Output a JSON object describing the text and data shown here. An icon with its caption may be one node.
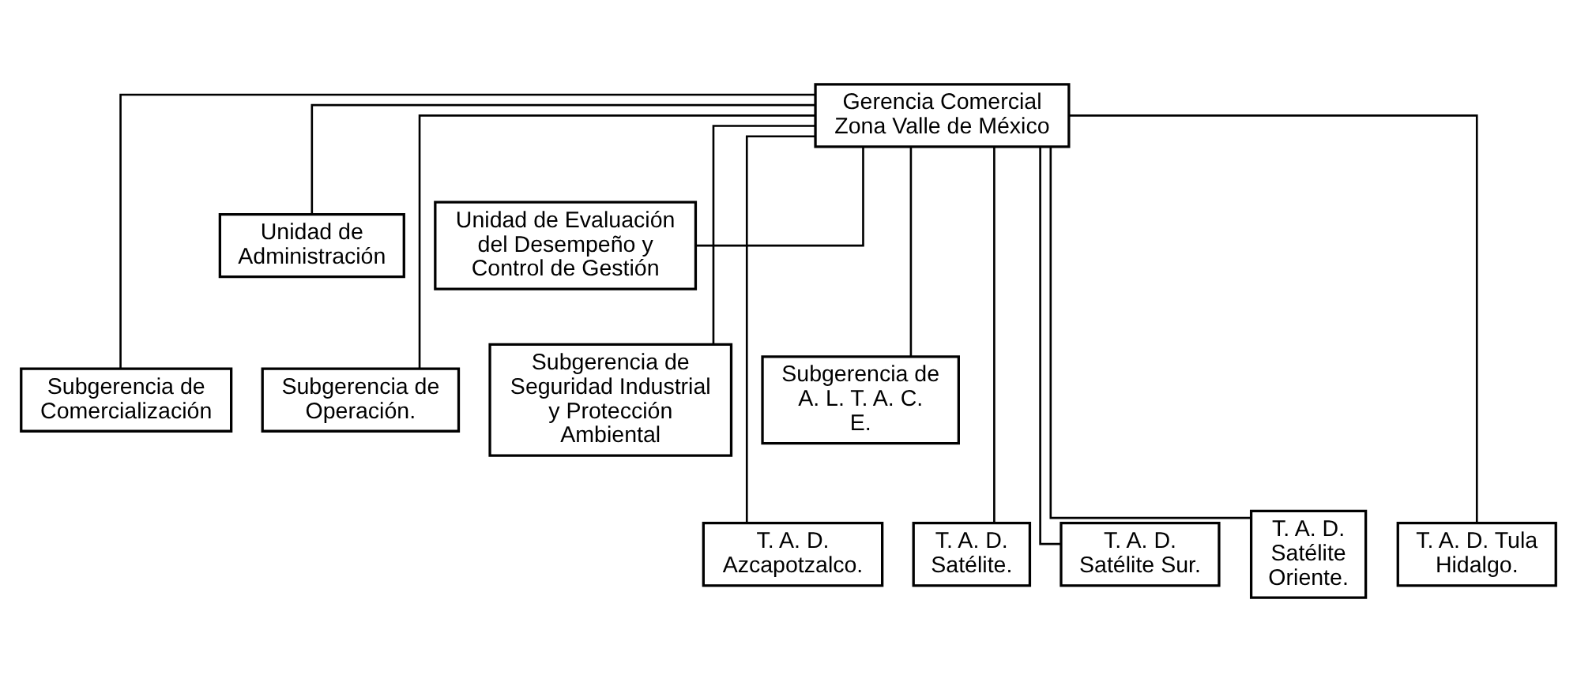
{
  "diagram": {
    "nodes": [
      {
        "text": [
          "Gerencia Comercial Zona Valle de México"
        ]
      },
      {
        "text": [
          "Unidad de Administración"
        ]
      },
      {
        "text": [
          "Unidad de Evaluación del Desempeño y Control de Gestión"
        ]
      },
      {
        "text": [
          "Subgerencia de Comercialización"
        ]
      },
      {
        "text": [
          "Subgerencia de Operación."
        ]
      },
      {
        "text": [
          "Subgerencia de Seguridad Industrial y Protección Ambiental"
        ]
      },
      {
        "text": [
          "Subgerencia de A. L. T. A. C. E."
        ]
      },
      {
        "text": [
          "T. A. D. Azcapotzalco."
        ]
      },
      {
        "text": [
          "T. A. D. Satélite."
        ]
      },
      {
        "text": [
          "T. A. D. Satélite Sur."
        ]
      },
      {
        "text": [
          "T. A. D. Satélite Oriente."
        ]
      },
      {
        "text": [
          "T. A. D. Tula Hidalgo."
        ]
      }
    ],
    "edges": [
      {
        "from": 0,
        "to": 1,
        "arrow": "none"
      },
      {
        "from": 0,
        "to": 2,
        "arrow": "none"
      },
      {
        "from": 0,
        "to": 3,
        "arrow": "none"
      },
      {
        "from": 0,
        "to": 4,
        "arrow": "none"
      },
      {
        "from": 0,
        "to": 5,
        "arrow": "none"
      },
      {
        "from": 0,
        "to": 6,
        "arrow": "none"
      },
      {
        "from": 0,
        "to": 7,
        "arrow": "none"
      },
      {
        "from": 0,
        "to": 8,
        "arrow": "none"
      },
      {
        "from": 0,
        "to": 9,
        "arrow": "none"
      },
      {
        "from": 0,
        "to": 10,
        "arrow": "none"
      },
      {
        "from": 0,
        "to": 11,
        "arrow": "none"
      }
    ]
  }
}
